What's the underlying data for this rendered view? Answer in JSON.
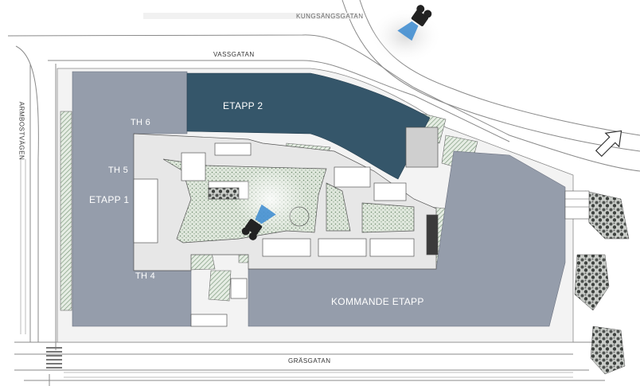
{
  "streets": {
    "top": "KUNGSÄNGSGATAN",
    "north": "VASSGATAN",
    "south": "GRÄSGATAN",
    "west": "ARMBOSTVÄGEN"
  },
  "buildings": {
    "etapp1": "ETAPP 1",
    "etapp2": "ETAPP 2",
    "kommande": "KOMMANDE ETAPP",
    "th4": "TH 4",
    "th5": "TH 5",
    "th6": "TH 6"
  },
  "colors": {
    "etapp1": "#959dab",
    "etapp2": "#35566a",
    "kommande": "#959dab",
    "courtyard_hatch": "#7e9a7e"
  },
  "icons": [
    "camera-icon",
    "camera-icon",
    "north-arrow-icon"
  ]
}
